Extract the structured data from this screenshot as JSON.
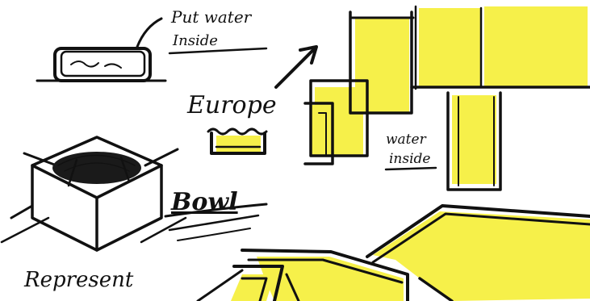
{
  "labels": {
    "put_water_line1": "Put water",
    "put_water_line2": "Inside",
    "europe": "Europe",
    "water_inside_line1": "water",
    "water_inside_line2": "inside",
    "bowl": "Bowl",
    "represent": "Represent"
  },
  "colors": {
    "ink": "#111111",
    "highlighter": "#f6f04a",
    "paper": "#ffffff"
  }
}
